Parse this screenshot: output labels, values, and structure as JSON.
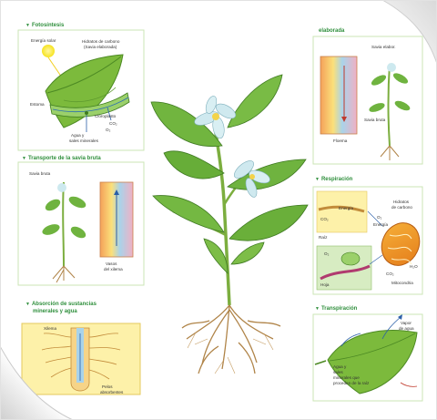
{
  "colors": {
    "accent_green": "#2f8f3c",
    "leaf_green": "#6fb33f",
    "root_brown": "#b08448",
    "flower_blue": "#bfe4ec",
    "border_green": "#b7dca3"
  },
  "sections": {
    "fotosintesis": {
      "title": "Fotosíntesis",
      "labels": {
        "energia_solar": "Energía solar",
        "hidratos": "Hidratos de carbono",
        "savia_elaborada": "(Savia elaborada)",
        "estoma": "Estoma",
        "cloroplasto": "Cloroplasto",
        "o2": "O₂",
        "co2": "CO₂",
        "agua": "Agua y",
        "sales": "sales minerales"
      }
    },
    "transporte_bruta": {
      "title": "Transporte de la savia bruta",
      "labels": {
        "savia_bruta": "Savia bruta",
        "vasos": "Vasos",
        "del_xilema": "del xilema"
      }
    },
    "absorcion": {
      "title_line1": "Absorción de sustancias",
      "title_line2": "minerales y agua",
      "labels": {
        "xilema": "Xilema",
        "pelos": "Pelos",
        "absorbentes": "absorbentes"
      }
    },
    "transporte_elaborada": {
      "title_line2": "elaborada",
      "labels": {
        "savia_elaborada": "Savia elabor.",
        "savia_bruta": "Savia bruta",
        "floema": "Floema"
      }
    },
    "respiracion": {
      "title": "Respiración",
      "labels": {
        "energia1": "Energía",
        "co2_a": "CO₂",
        "raiz": "Raíz",
        "hidratos1": "Hidratos",
        "hidratos2": "de carbono",
        "o2": "O₂",
        "energia2": "Energía",
        "co2_b": "CO₂",
        "h2o": "H₂O",
        "mitocondria": "Mitocondria",
        "o2_hoja": "O₂",
        "hoja": "Hoja"
      }
    },
    "transpiracion": {
      "title": "Transpiración",
      "labels": {
        "vapor1": "Vapor",
        "vapor2": "de agua",
        "agua1": "Agua y",
        "agua2": "sales",
        "agua3": "minerales que",
        "agua4": "proceden de la raíz"
      }
    }
  }
}
